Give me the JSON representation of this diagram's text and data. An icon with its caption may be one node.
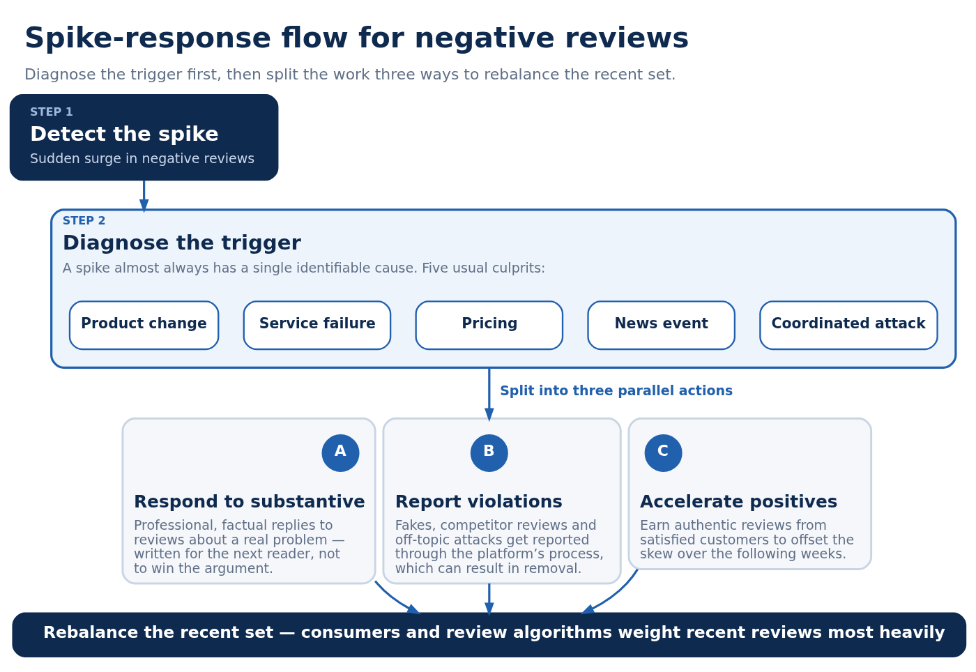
{
  "diagram": {
    "title": "Spike-response flow for negative reviews",
    "caption": "Diagnose the trigger first, then split the work three ways to rebalance the recent set.",
    "nodes": [
      {
        "text": [
          "STEP 1",
          "Detect the spike",
          "Sudden surge in negative reviews"
        ]
      },
      {
        "text": [
          "STEP 2",
          "Diagnose the trigger",
          "A spike almost always has a single identifiable cause. Five usual culprits:"
        ]
      },
      {
        "text": [
          "Product change"
        ],
        "in": 1
      },
      {
        "text": [
          "Service failure"
        ],
        "in": 1
      },
      {
        "text": [
          "Pricing"
        ],
        "in": 1
      },
      {
        "text": [
          "News event"
        ],
        "in": 1
      },
      {
        "text": [
          "Coordinated attack"
        ],
        "in": 1
      },
      {
        "text": [
          "Respond to substantive",
          "Professional, factual replies to reviews about a real problem — written for the next reader, not to win the argument."
        ]
      },
      {
        "text": [
          "A"
        ],
        "in": 7
      },
      {
        "text": [
          "Report violations",
          "Fakes, competitor reviews and off-topic attacks get reported through the platform’s process, which can result in removal."
        ]
      },
      {
        "text": [
          "B"
        ],
        "in": 9
      },
      {
        "text": [
          "Accelerate positives",
          "Earn authentic reviews from satisfied customers to offset the skew over the following weeks."
        ]
      },
      {
        "text": [
          "C"
        ],
        "in": 11
      },
      {
        "text": [
          "Rebalance the recent set — consumers and review algorithms weight recent reviews most heavily"
        ]
      }
    ],
    "edges": [
      {
        "from": 0,
        "to": 1,
        "arrow": "to"
      },
      {
        "from": 1,
        "to": 9,
        "arrow": "to",
        "label": "Split into three parallel actions"
      },
      {
        "from": 7,
        "to": 13,
        "arrow": "to"
      },
      {
        "from": 9,
        "to": 13,
        "arrow": "to"
      },
      {
        "from": 11,
        "to": 13,
        "arrow": "to"
      }
    ]
  }
}
